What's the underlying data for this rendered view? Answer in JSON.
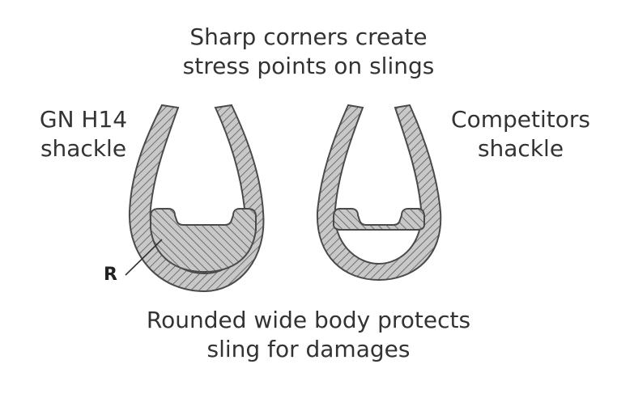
{
  "captions": {
    "top": [
      "Sharp corners create",
      "stress points on slings"
    ],
    "left": [
      "GN H14",
      "shackle"
    ],
    "right": [
      "Competitors",
      "shackle"
    ],
    "bottom": [
      "Rounded wide body protects",
      "sling for damages"
    ]
  },
  "radius_label": "R",
  "colors": {
    "sling_fill": "#bdbdbd",
    "outline": "#4a4a4a",
    "hatch": "#707070",
    "text": "#333333"
  }
}
